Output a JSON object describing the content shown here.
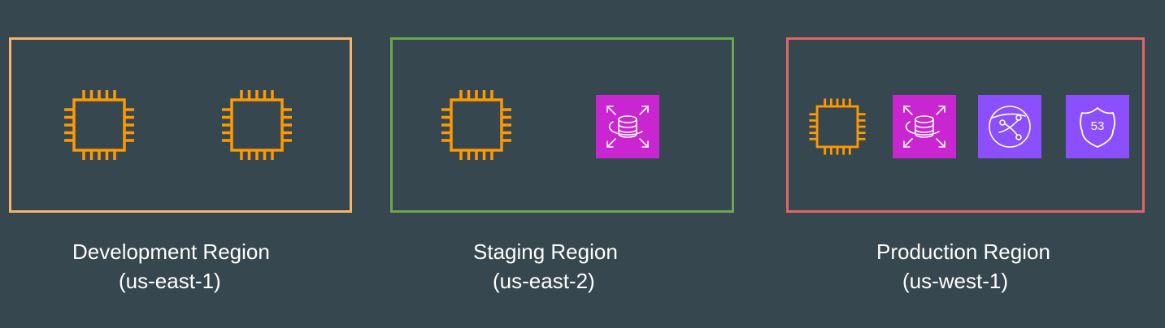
{
  "theme": {
    "background": "#37474f",
    "text": "#ffffff",
    "compute_orange": "#ff9900",
    "database_magenta": "#c925d1",
    "networking_purple": "#8c4fff"
  },
  "regions": [
    {
      "name": "Development Region",
      "id": "(us-east-1)",
      "border_color": "#f5b56b",
      "icons": [
        "ec2-instance-icon",
        "ec2-instance-icon"
      ]
    },
    {
      "name": "Staging Region",
      "id": "(us-east-2)",
      "border_color": "#6aa84f",
      "icons": [
        "ec2-instance-icon",
        "rds-database-icon"
      ]
    },
    {
      "name": "Production Region",
      "id": "(us-west-1)",
      "border_color": "#e06666",
      "icons": [
        "ec2-instance-icon",
        "rds-database-icon",
        "cloudfront-icon",
        "route53-icon"
      ],
      "route53_text": "53"
    }
  ]
}
